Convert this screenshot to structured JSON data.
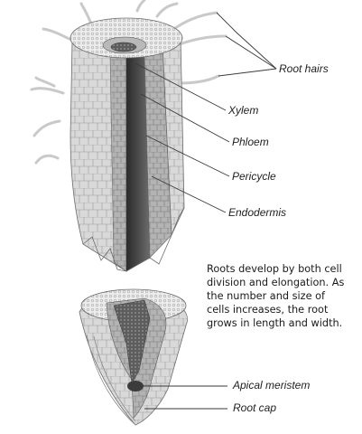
{
  "labels": {
    "root_hairs": "Root hairs",
    "xylem": "Xylem",
    "phloem": "Phloem",
    "pericycle": "Pericycle",
    "endodermis": "Endodermis",
    "apical_meristem": "Apical meristem",
    "root_cap": "Root cap"
  },
  "caption": {
    "lines": [
      "Roots develop by both cell",
      "division and elongation. As",
      "the number and size of",
      "cells increases, the root",
      "grows in length and width."
    ]
  }
}
